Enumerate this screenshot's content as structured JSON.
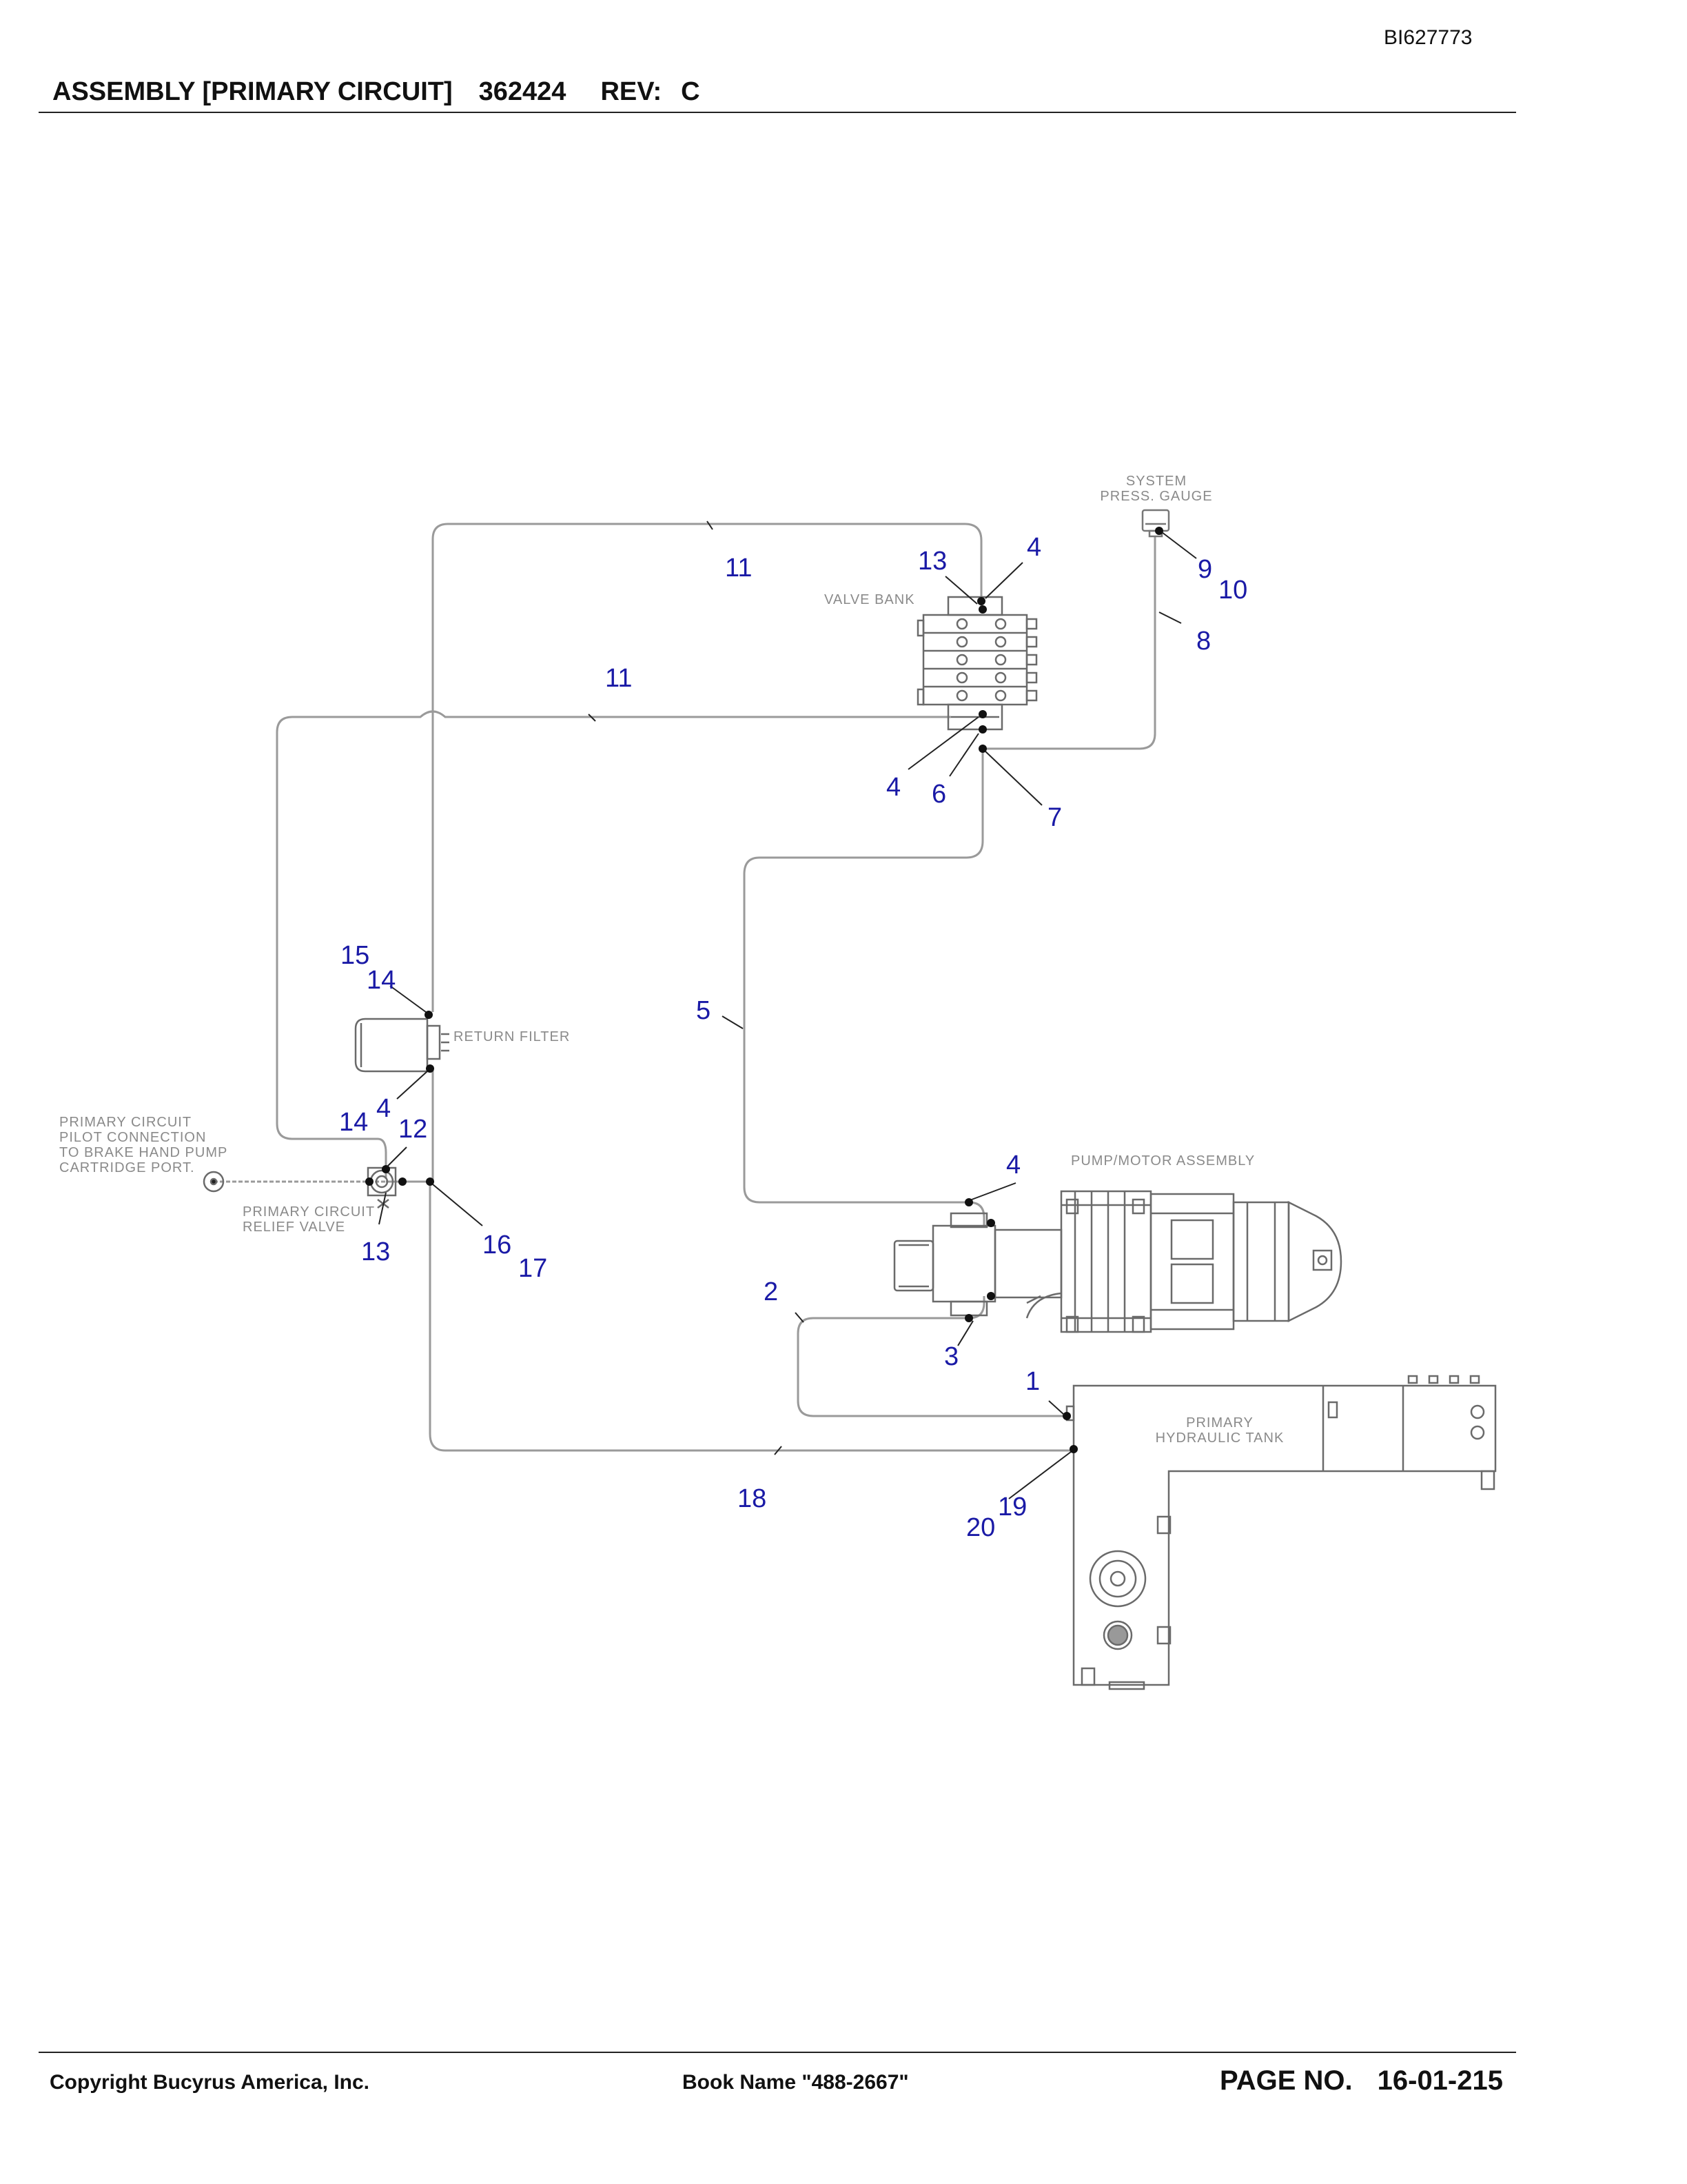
{
  "header": {
    "doc_id": "BI627773",
    "title": "ASSEMBLY [PRIMARY CIRCUIT]",
    "part_number": "362424",
    "rev_label": "REV:",
    "rev_value": "C"
  },
  "footer": {
    "copyright": "Copyright Bucyrus America, Inc.",
    "book_name": "Book Name \"488-2667\"",
    "page_label": "PAGE NO.",
    "page_number": "16-01-215"
  },
  "diagram": {
    "components": {
      "system_gauge": [
        "SYSTEM",
        "PRESS. GAUGE"
      ],
      "valve_bank": "VALVE BANK",
      "return_filter": "RETURN FILTER",
      "pilot_connection": [
        "PRIMARY CIRCUIT",
        "PILOT CONNECTION",
        "TO BRAKE HAND PUMP",
        "CARTRIDGE PORT."
      ],
      "relief_valve": [
        "PRIMARY CIRCUIT",
        "RELIEF VALVE"
      ],
      "pump_motor": "PUMP/MOTOR ASSEMBLY",
      "hydraulic_tank": [
        "PRIMARY",
        "HYDRAULIC TANK"
      ]
    },
    "callouts": {
      "c11_top": "11",
      "c13_top": "13",
      "c4_top": "4",
      "c9": "9",
      "c10": "10",
      "c8": "8",
      "c11_mid": "11",
      "c4_vb": "4",
      "c6": "6",
      "c7": "7",
      "c15": "15",
      "c14_top": "14",
      "c5": "5",
      "c4_filter": "4",
      "c14_low": "14",
      "c12": "12",
      "c13_low": "13",
      "c16": "16",
      "c17": "17",
      "c4_pump": "4",
      "c2": "2",
      "c3": "3",
      "c1": "1",
      "c18": "18",
      "c19": "19",
      "c20": "20"
    }
  }
}
